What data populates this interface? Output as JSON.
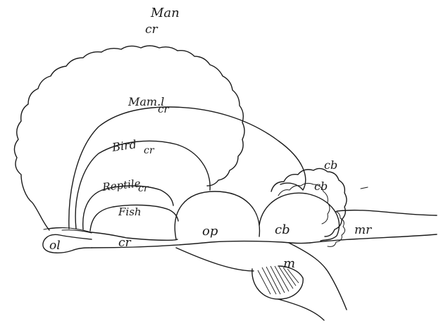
{
  "labels": {
    "man": "Man",
    "man_cr": "cr",
    "mammal": "Mam.l",
    "mammal_cr": "cr",
    "bird": "Bird",
    "bird_cr": "cr",
    "reptile": "Reptile",
    "reptile_cr": "cr",
    "fish": "Fish",
    "fish_cr": "cr",
    "ol": "ol",
    "op": "op",
    "cb_inner": "cb",
    "cb_upper": "cb",
    "cb_lower": "cb",
    "mr": "mr",
    "m": "m"
  }
}
